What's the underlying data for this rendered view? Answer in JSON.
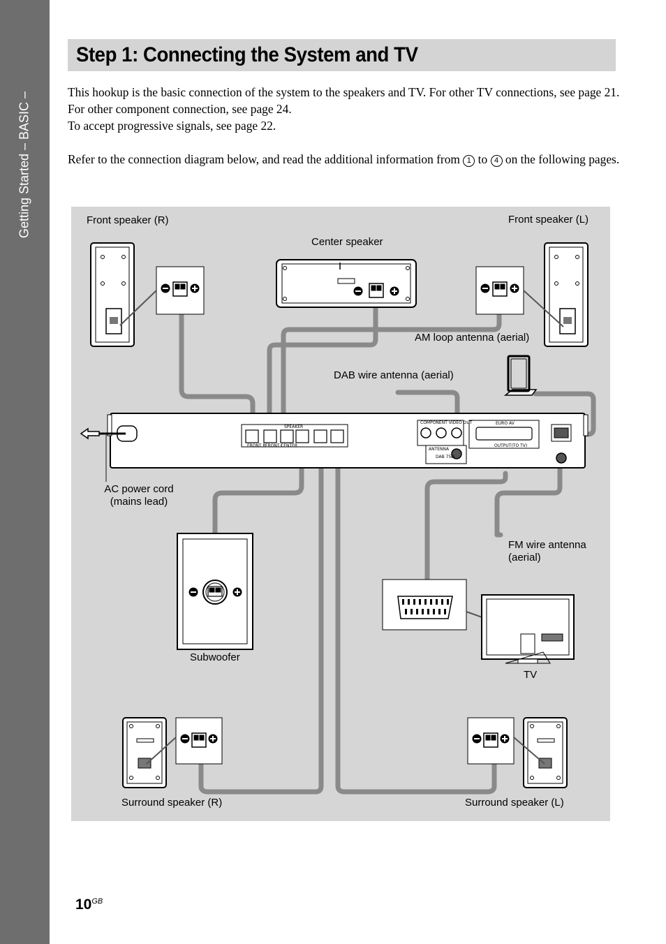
{
  "side_tab": {
    "label": "Getting Started – BASIC –"
  },
  "page": {
    "title": "Step 1: Connecting the System and TV",
    "number": "10",
    "number_suffix": "GB"
  },
  "intro": {
    "line1": "This hookup is the basic connection of the system to the speakers and TV. For other TV connections, see page 21. For other component connection, see page 24.",
    "line2": "To accept progressive signals, see page 22.",
    "refer_before": "Refer to the connection diagram below, and read the additional information from",
    "marker_start": "1",
    "refer_middle": "to",
    "marker_end": "4",
    "refer_after": "on the following pages."
  },
  "diagram": {
    "labels": {
      "front_r": "Front speaker (R)",
      "front_l": "Front speaker (L)",
      "center": "Center speaker",
      "am_antenna": "AM loop antenna (aerial)",
      "dab_antenna": "DAB wire antenna (aerial)",
      "ac_cord_1": "AC power cord",
      "ac_cord_2": "(mains lead)",
      "fm_antenna_1": "FM wire antenna",
      "fm_antenna_2": "(aerial)",
      "subwoofer": "Subwoofer",
      "tv": "TV",
      "surround_r": "Surround speaker (R)",
      "surround_l": "Surround speaker (L)"
    },
    "unit_labels": {
      "speaker": "SPEAKER",
      "component_video": "COMPONENT VIDEO OUT",
      "euro_av": "EURO AV",
      "output_to_tv": "OUTPUT(TO TV)",
      "antenna": "ANTENNA",
      "dab": "DAB 75Ω",
      "front_r": "FRONT R",
      "front_l": "FRONT L",
      "center": "CENTER"
    },
    "colors": {
      "panel": "#d6d6d6",
      "cable": "#8a8a8a",
      "side_tab": "#6e6e6e"
    }
  }
}
